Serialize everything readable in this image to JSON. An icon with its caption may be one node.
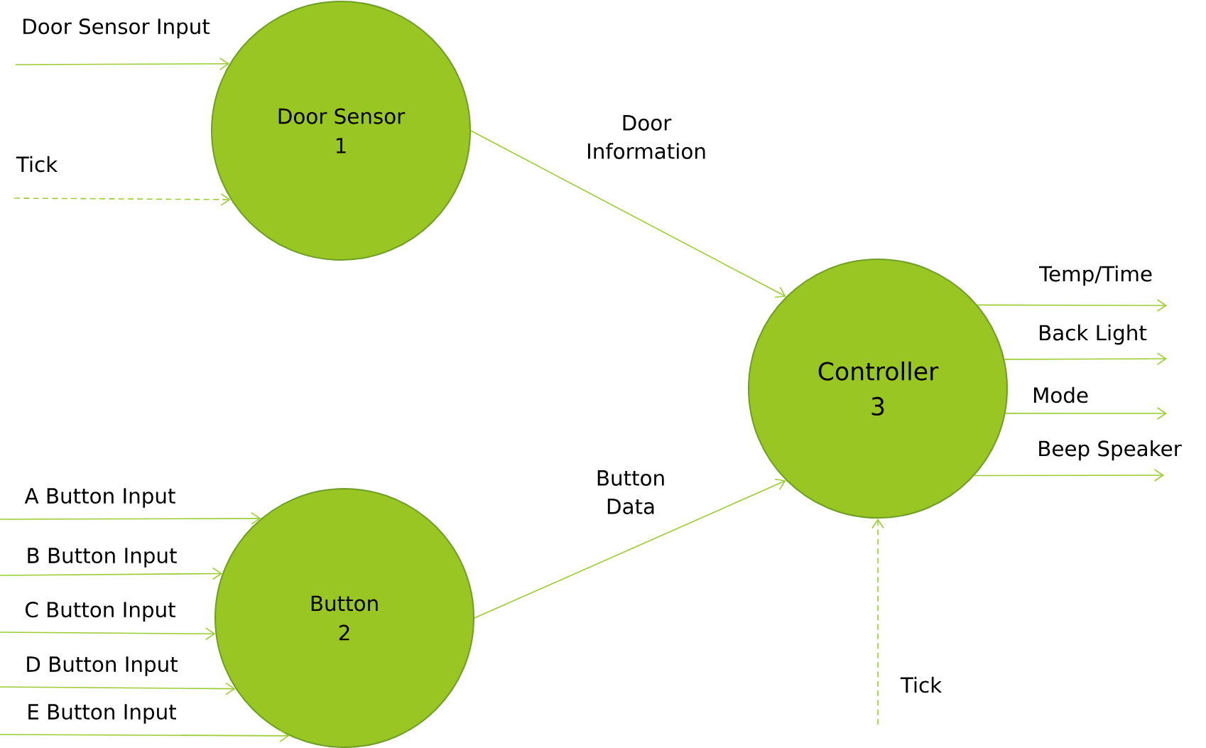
{
  "diagram": {
    "nodes": [
      {
        "text": [
          "Door Sensor",
          "1"
        ]
      },
      {
        "text": [
          "Button",
          "2"
        ]
      },
      {
        "text": [
          "Controller",
          "3"
        ]
      }
    ],
    "edges": [
      {
        "from": null,
        "to": 0,
        "arrow": "to",
        "label": "Door Sensor Input"
      },
      {
        "from": null,
        "to": 0,
        "arrow": "to",
        "label": "Tick",
        "style": "dashed"
      },
      {
        "from": 0,
        "to": 2,
        "arrow": "to",
        "label": "Door Information"
      },
      {
        "from": null,
        "to": 1,
        "arrow": "to",
        "label": "A Button Input"
      },
      {
        "from": null,
        "to": 1,
        "arrow": "to",
        "label": "B Button Input"
      },
      {
        "from": null,
        "to": 1,
        "arrow": "to",
        "label": "C Button Input"
      },
      {
        "from": null,
        "to": 1,
        "arrow": "to",
        "label": "D Button Input"
      },
      {
        "from": null,
        "to": 1,
        "arrow": "to",
        "label": "E Button Input"
      },
      {
        "from": 1,
        "to": 2,
        "arrow": "to",
        "label": "Button Data"
      },
      {
        "from": 2,
        "to": null,
        "arrow": "to",
        "label": "Temp/Time"
      },
      {
        "from": 2,
        "to": null,
        "arrow": "to",
        "label": "Back Light"
      },
      {
        "from": 2,
        "to": null,
        "arrow": "to",
        "label": "Mode"
      },
      {
        "from": 2,
        "to": null,
        "arrow": "to",
        "label": "Beep Speaker"
      },
      {
        "from": null,
        "to": 2,
        "arrow": "to",
        "label": "Tick",
        "style": "dashed"
      }
    ]
  }
}
